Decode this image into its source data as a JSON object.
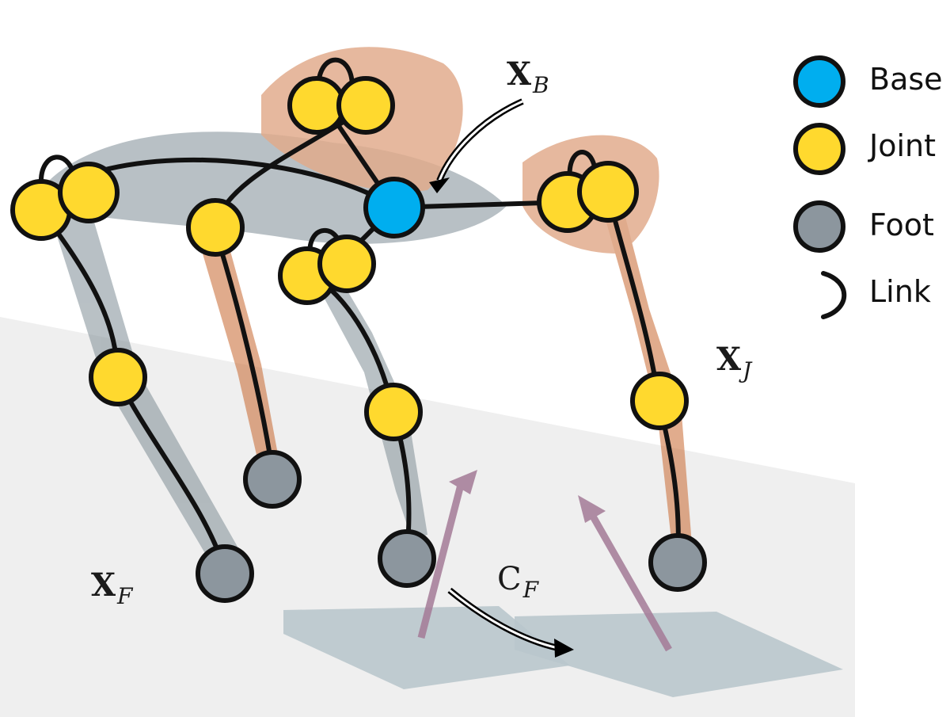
{
  "legend": {
    "items": [
      {
        "label": "Base",
        "kind": "base",
        "color": "#00AEEF"
      },
      {
        "label": "Joint",
        "kind": "joint",
        "color": "#FFD92E"
      },
      {
        "label": "Foot",
        "kind": "foot",
        "color": "#8C969E"
      },
      {
        "label": "Link",
        "kind": "link",
        "color": "#111111"
      }
    ]
  },
  "annotations": {
    "base_state": {
      "main": "X",
      "sub": "B"
    },
    "joint_state": {
      "main": "X",
      "sub": "J"
    },
    "foot_state": {
      "main": "X",
      "sub": "F"
    },
    "contact": {
      "main": "C",
      "sub": "F"
    }
  },
  "colors": {
    "base": "#00AEEF",
    "joint": "#FFD92E",
    "foot": "#8C969E",
    "link": "#111111",
    "robot_body": "#C8672F",
    "robot_shadow": "#7F8E96",
    "force_arrow": "#A37A96",
    "ground": "#EFEFEF",
    "contact_plate": "#B9C6CC"
  }
}
